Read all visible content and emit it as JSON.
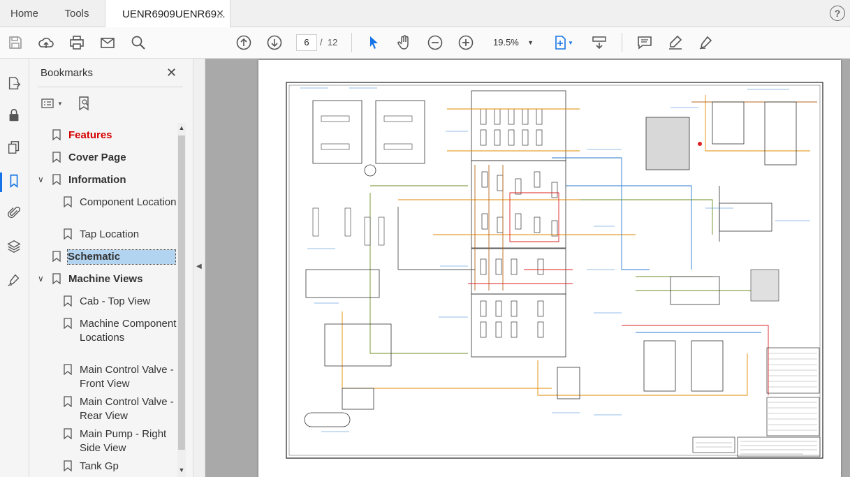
{
  "tabs": {
    "home": "Home",
    "tools": "Tools",
    "document": "UENR6909UENR69...",
    "close": "✕"
  },
  "toolbar": {
    "current_page": "6",
    "page_separator": "/",
    "total_pages": "12",
    "zoom": "19.5%",
    "icons": [
      "save-icon",
      "cloud-upload-icon",
      "print-icon",
      "mail-icon",
      "search-icon",
      "page-up-icon",
      "page-down-icon",
      "select-icon",
      "hand-icon",
      "zoom-out-icon",
      "zoom-in-icon",
      "fit-page-icon",
      "scroll-mode-icon",
      "comment-icon",
      "highlight-icon",
      "sign-icon"
    ]
  },
  "rail": {
    "icons": [
      "export-pdf-icon",
      "lock-icon",
      "pages-icon",
      "bookmark-icon",
      "attachment-icon",
      "layers-icon",
      "signature-icon"
    ]
  },
  "bookmarks": {
    "title": "Bookmarks",
    "items": [
      {
        "label": "Features",
        "level": 0
      },
      {
        "label": "Cover Page",
        "level": 0
      },
      {
        "label": "Information",
        "level": 0
      },
      {
        "label": "Component Location",
        "level": 1
      },
      {
        "label": "Tap Location",
        "level": 1
      },
      {
        "label": "Schematic",
        "level": 0
      },
      {
        "label": "Machine Views",
        "level": 0
      },
      {
        "label": "Cab - Top View",
        "level": 1
      },
      {
        "label": "Machine Component Locations",
        "level": 1
      },
      {
        "label": "Main Control Valve - Front View",
        "level": 1
      },
      {
        "label": "Main Control Valve - Rear View",
        "level": 1
      },
      {
        "label": "Main Pump - Right Side View",
        "level": 1
      },
      {
        "label": "Tank Gp",
        "level": 1
      }
    ]
  },
  "colors": {
    "accent": "#1473e6",
    "selected_bookmark": "#b3d4f0",
    "features_red": "#d40000"
  }
}
